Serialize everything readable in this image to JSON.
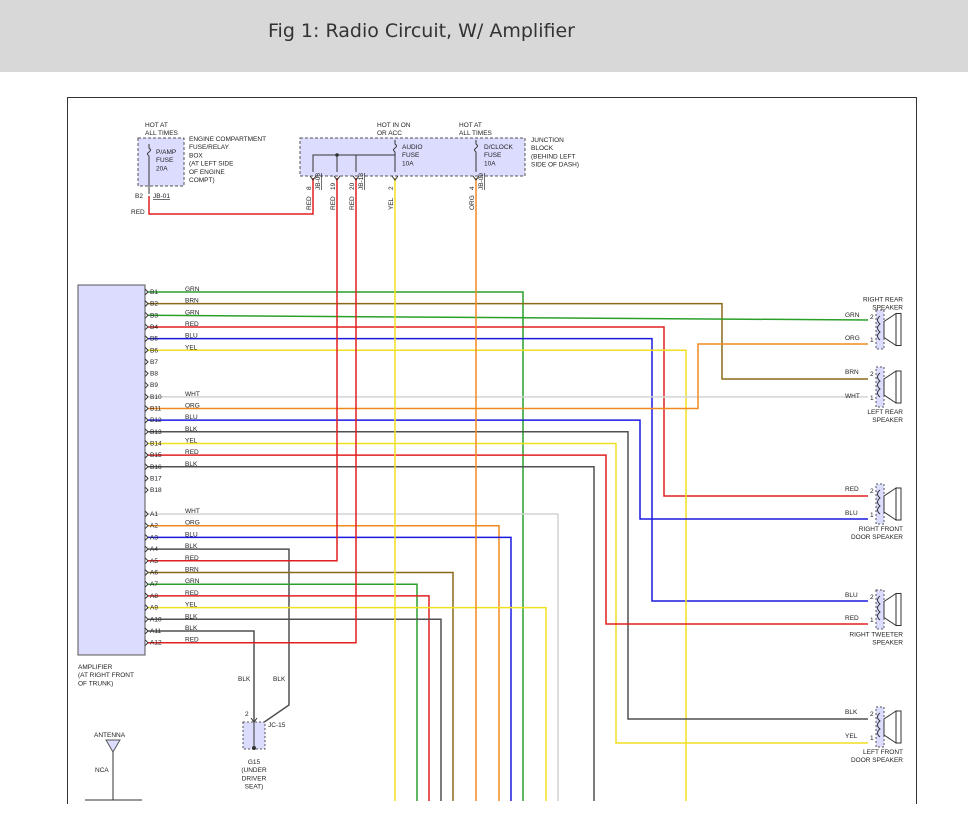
{
  "title": "Fig 1: Radio Circuit, W/ Amplifier",
  "colors": {
    "GRN": "#2aa02a",
    "BRN": "#8a6a1a",
    "RED": "#e02020",
    "BLU": "#1a1ae0",
    "YEL": "#f0e020",
    "WHT": "#d4d4d4",
    "ORG": "#f08a20",
    "BLK": "#505050",
    "component_fill": "#dcdcff"
  },
  "engine_fuse": {
    "hot": [
      "HOT AT",
      "ALL TIMES"
    ],
    "fuse": [
      "P/AMP",
      "FUSE",
      "20A"
    ],
    "box": [
      "ENGINE COMPARTMENT",
      "FUSE/RELAY",
      "BOX",
      "(AT LEFT SIDE",
      "OF ENGINE",
      "COMPT)"
    ],
    "pin": "B2",
    "connector": "JB-01",
    "wire": "RED"
  },
  "junction_block": {
    "hot_on": [
      "HOT IN ON",
      "OR ACC"
    ],
    "hot_all": [
      "HOT AT",
      "ALL TIMES"
    ],
    "audio_fuse": [
      "AUDIO",
      "FUSE",
      "10A"
    ],
    "clock_fuse": [
      "D/CLOCK",
      "FUSE",
      "10A"
    ],
    "name": [
      "JUNCTION",
      "BLOCK",
      "(BEHIND LEFT",
      "SIDE OF DASH)"
    ],
    "pins": [
      {
        "pin": "8",
        "connector": "JB-08",
        "wire": "RED"
      },
      {
        "pin": "19",
        "connector": "",
        "wire": "RED"
      },
      {
        "pin": "20",
        "connector": "JB-13",
        "wire": "RED"
      },
      {
        "pin": "2",
        "connector": "",
        "wire": "YEL"
      },
      {
        "pin": "4",
        "connector": "JB-09",
        "wire": "ORG"
      }
    ]
  },
  "amplifier": {
    "label": [
      "AMPLIFIER",
      "(AT RIGHT FRONT",
      "OF TRUNK)"
    ],
    "b_pins": [
      {
        "pin": "B1",
        "wire": "GRN"
      },
      {
        "pin": "B2",
        "wire": "BRN"
      },
      {
        "pin": "B3",
        "wire": "GRN"
      },
      {
        "pin": "B4",
        "wire": "RED"
      },
      {
        "pin": "B5",
        "wire": "BLU"
      },
      {
        "pin": "B6",
        "wire": "YEL"
      },
      {
        "pin": "B7",
        "wire": ""
      },
      {
        "pin": "B8",
        "wire": ""
      },
      {
        "pin": "B9",
        "wire": ""
      },
      {
        "pin": "B10",
        "wire": "WHT"
      },
      {
        "pin": "B11",
        "wire": "ORG"
      },
      {
        "pin": "B12",
        "wire": "BLU"
      },
      {
        "pin": "B13",
        "wire": "BLK"
      },
      {
        "pin": "B14",
        "wire": "YEL"
      },
      {
        "pin": "B15",
        "wire": "RED"
      },
      {
        "pin": "B16",
        "wire": "BLK"
      },
      {
        "pin": "B17",
        "wire": ""
      },
      {
        "pin": "B18",
        "wire": ""
      }
    ],
    "a_pins": [
      {
        "pin": "A1",
        "wire": "WHT"
      },
      {
        "pin": "A2",
        "wire": "ORG"
      },
      {
        "pin": "A3",
        "wire": "BLU"
      },
      {
        "pin": "A4",
        "wire": "BLK"
      },
      {
        "pin": "A5",
        "wire": "RED"
      },
      {
        "pin": "A6",
        "wire": "BRN"
      },
      {
        "pin": "A7",
        "wire": "GRN"
      },
      {
        "pin": "A8",
        "wire": "RED"
      },
      {
        "pin": "A9",
        "wire": "YEL"
      },
      {
        "pin": "A10",
        "wire": "BLK"
      },
      {
        "pin": "A11",
        "wire": "BLK"
      },
      {
        "pin": "A12",
        "wire": "RED"
      }
    ]
  },
  "speakers": [
    {
      "name": [
        "RIGHT REAR",
        "SPEAKER"
      ],
      "pos": "above",
      "w2": "GRN",
      "w1": "ORG"
    },
    {
      "name": [
        "LEFT REAR",
        "SPEAKER"
      ],
      "pos": "below",
      "w2": "BRN",
      "w1": "WHT"
    },
    {
      "name": [
        "RIGHT FRONT",
        "DOOR SPEAKER"
      ],
      "pos": "below",
      "w2": "RED",
      "w1": "BLU"
    },
    {
      "name": [
        "RIGHT TWEETER",
        "SPEAKER"
      ],
      "pos": "below",
      "w2": "BLU",
      "w1": "RED"
    },
    {
      "name": [
        "LEFT FRONT",
        "DOOR SPEAKER"
      ],
      "pos": "below",
      "w2": "BLK",
      "w1": "YEL"
    }
  ],
  "speaker_pins": {
    "p2": "2",
    "p1": "1"
  },
  "ground": {
    "wire_left": "BLK",
    "wire_right": "BLK",
    "pin": "2",
    "connector": "JC-15",
    "label": [
      "G15",
      "(UNDER",
      "DRIVER",
      "SEAT)"
    ]
  },
  "antenna": {
    "label": "ANTENNA",
    "nca": "NCA"
  }
}
